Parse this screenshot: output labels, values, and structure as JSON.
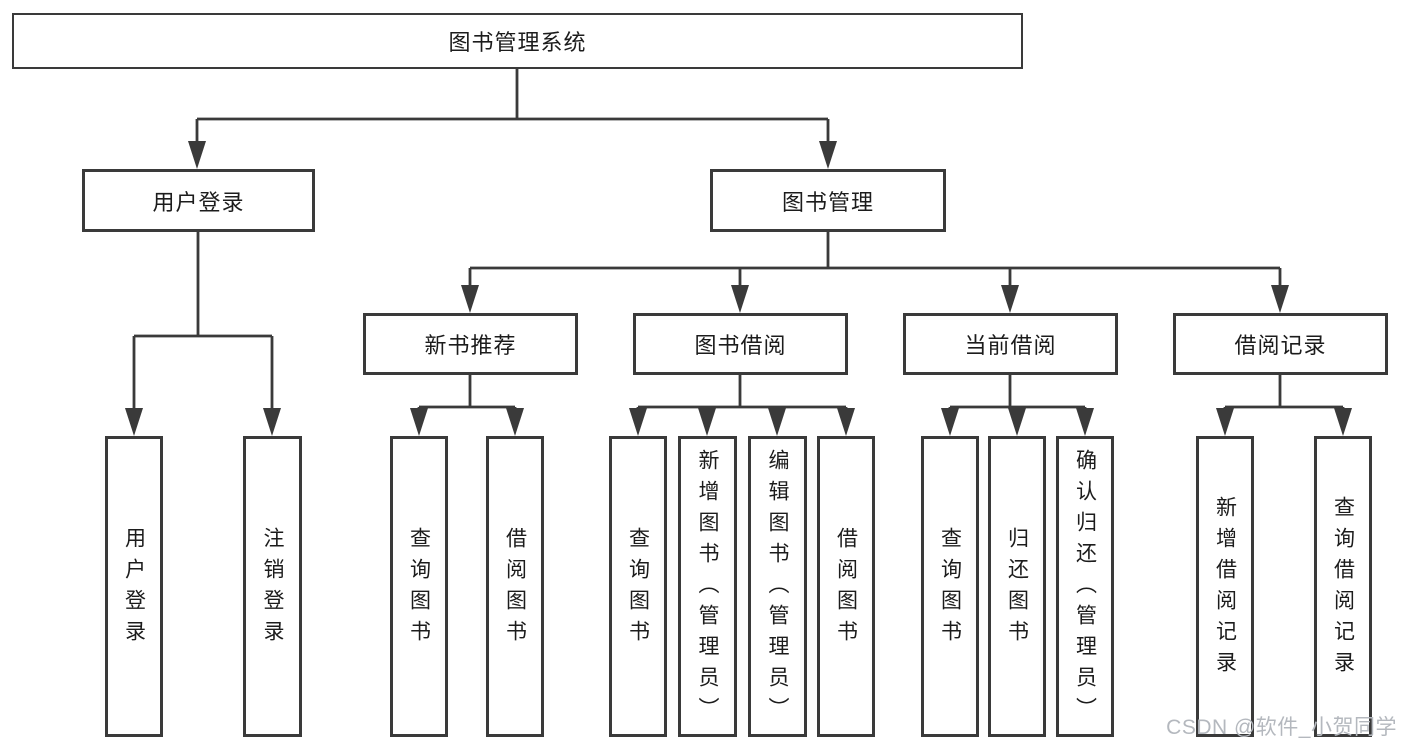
{
  "title": "图书管理系统",
  "watermark": "CSDN @软件_小贺同学",
  "colors": {
    "line": "#3a3a3a",
    "box_background": "#ffffff",
    "text": "#1c1c1c",
    "watermark": "#b4b8be"
  },
  "nodes": {
    "root": {
      "label": "图书管理系统"
    },
    "level2": [
      {
        "id": "user-login",
        "label": "用户登录",
        "parent": "图书管理系统"
      },
      {
        "id": "book-management",
        "label": "图书管理",
        "parent": "图书管理系统"
      }
    ],
    "level3": [
      {
        "id": "new-book-recommend",
        "label": "新书推荐",
        "parent": "图书管理"
      },
      {
        "id": "book-borrow",
        "label": "图书借阅",
        "parent": "图书管理"
      },
      {
        "id": "current-borrow",
        "label": "当前借阅",
        "parent": "图书管理"
      },
      {
        "id": "borrow-records",
        "label": "借阅记录",
        "parent": "图书管理"
      }
    ],
    "leaves": [
      {
        "id": "user-login-leaf",
        "label": "用户登录",
        "parent": "用户登录"
      },
      {
        "id": "logout",
        "label": "注销登录",
        "parent": "用户登录"
      },
      {
        "id": "query-books-1",
        "label": "查询图书",
        "parent": "新书推荐"
      },
      {
        "id": "borrow-books-1",
        "label": "借阅图书",
        "parent": "新书推荐"
      },
      {
        "id": "query-books-2",
        "label": "查询图书",
        "parent": "图书借阅"
      },
      {
        "id": "add-book-admin",
        "label": "新增图书（管理员）",
        "parent": "图书借阅"
      },
      {
        "id": "edit-book-admin",
        "label": "编辑图书（管理员）",
        "parent": "图书借阅"
      },
      {
        "id": "borrow-books-2",
        "label": "借阅图书",
        "parent": "图书借阅"
      },
      {
        "id": "query-books-3",
        "label": "查询图书",
        "parent": "当前借阅"
      },
      {
        "id": "return-books",
        "label": "归还图书",
        "parent": "当前借阅"
      },
      {
        "id": "confirm-return-admin",
        "label": "确认归还（管理员）",
        "parent": "当前借阅"
      },
      {
        "id": "add-borrow-record",
        "label": "新增借阅记录",
        "parent": "借阅记录"
      },
      {
        "id": "query-borrow-record",
        "label": "查询借阅记录",
        "parent": "借阅记录"
      }
    ]
  }
}
